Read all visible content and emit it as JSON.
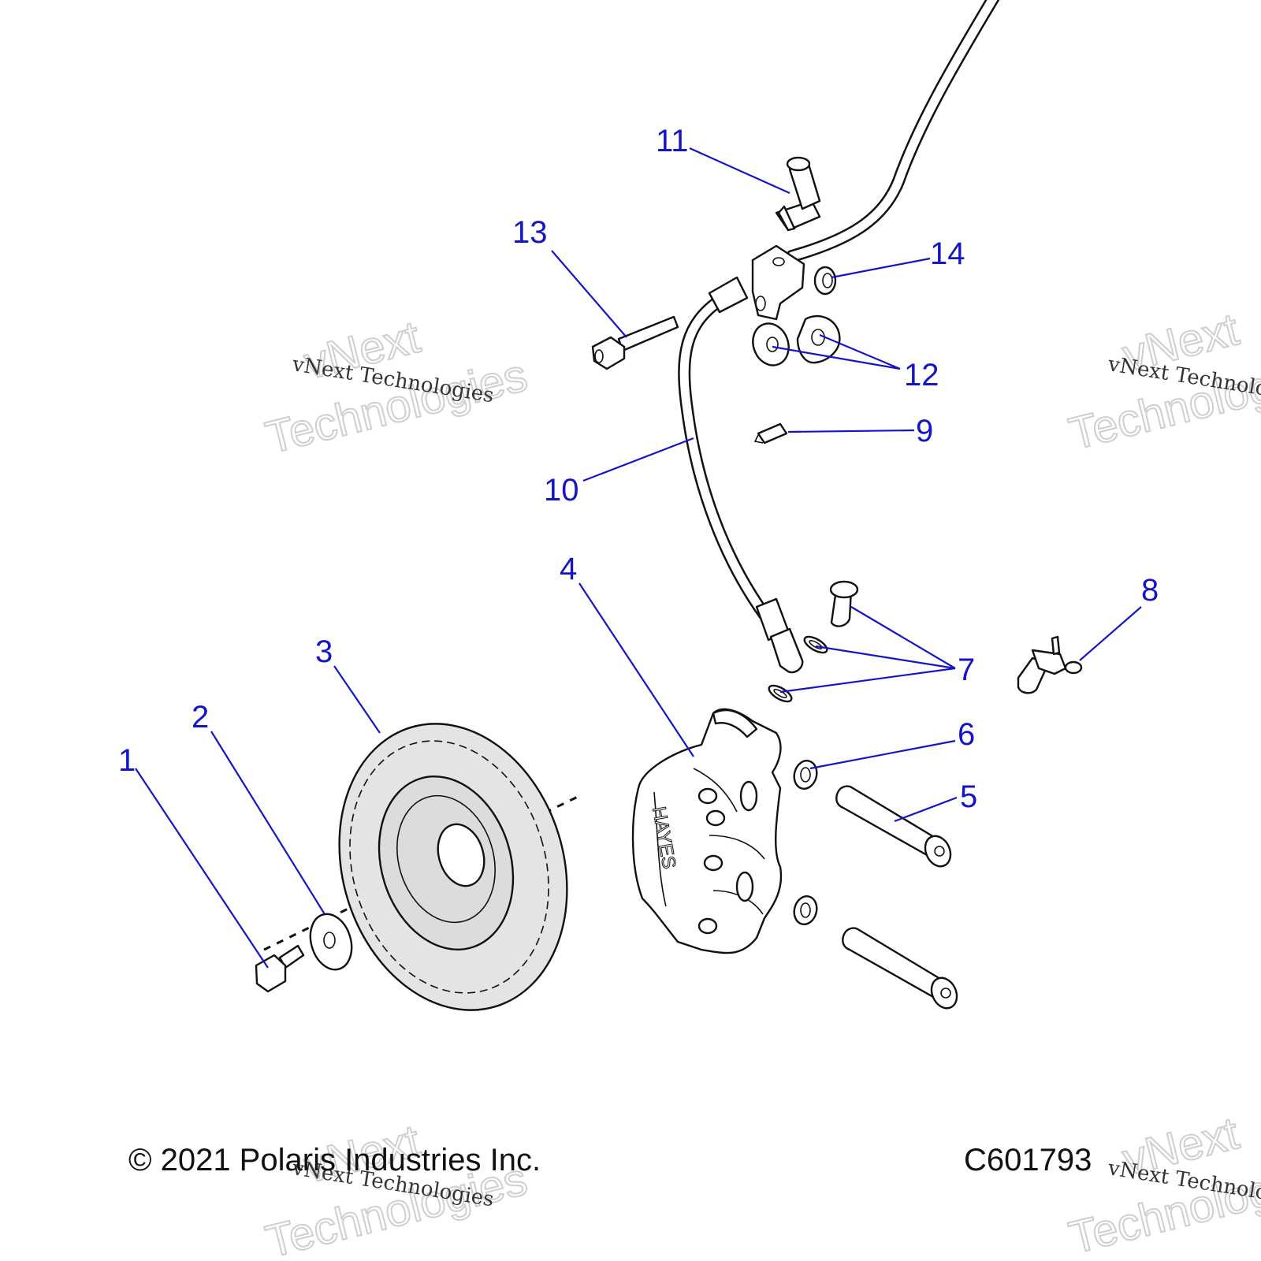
{
  "callouts": [
    "1",
    "2",
    "3",
    "4",
    "5",
    "6",
    "7",
    "8",
    "9",
    "10",
    "11",
    "12",
    "13",
    "14"
  ],
  "footer": {
    "copyright": "© 2021 Polaris Industries Inc.",
    "drawing_id": "C601793"
  },
  "watermark": {
    "brand": "vNext",
    "brand_word2": "Technologies",
    "text": "vNext Technologies"
  },
  "caliper_marking": "HAYES",
  "colors": {
    "callout": "#1515c8",
    "line": "#111111",
    "rotor_fill": "#e4e4e4",
    "watermark": "#cfcfcf"
  }
}
